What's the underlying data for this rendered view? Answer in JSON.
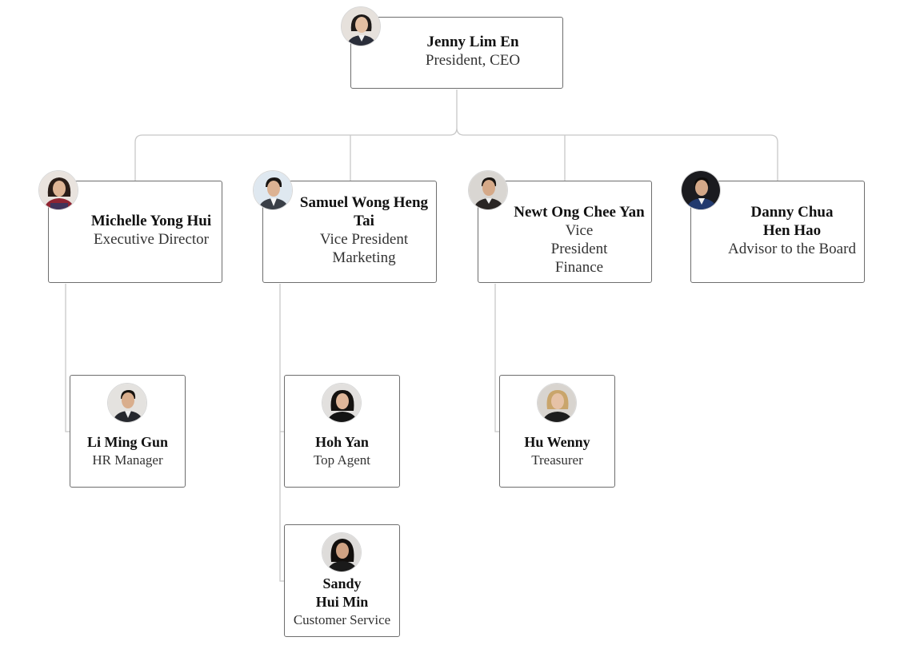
{
  "chart": {
    "root": {
      "name": "Jenny Lim En",
      "role": "President, CEO",
      "avatar_icon": "portrait-woman-icon"
    },
    "level1": [
      {
        "name": "Michelle Yong Hui",
        "role": "Executive Director",
        "avatar_icon": "portrait-woman-icon"
      },
      {
        "name": "Samuel Wong Heng Tai",
        "role": "Vice President Marketing",
        "avatar_icon": "portrait-man-icon"
      },
      {
        "name": "Newt Ong Chee Yan",
        "role": "Vice President Finance",
        "avatar_icon": "portrait-man-icon"
      },
      {
        "name": "Danny Chua Hen Hao",
        "role": "Advisor to the Board",
        "avatar_icon": "portrait-man-icon"
      }
    ],
    "level2": [
      {
        "name": "Li Ming Gun",
        "role": "HR Manager",
        "manager": "Michelle Yong Hui",
        "avatar_icon": "portrait-man-icon"
      },
      {
        "name": "Hoh Yan",
        "role": "Top Agent",
        "manager": "Samuel Wong Heng Tai",
        "avatar_icon": "portrait-woman-icon"
      },
      {
        "name": "Sandy Hui Min",
        "role": "Customer Service",
        "manager": "Samuel Wong Heng Tai",
        "avatar_icon": "portrait-woman-icon"
      },
      {
        "name": "Hu Wenny",
        "role": "Treasurer",
        "manager": "Newt Ong Chee Yan",
        "avatar_icon": "portrait-woman-icon"
      }
    ]
  },
  "colors": {
    "card_border": "#6e6e6e",
    "connector": "#c8c8c8",
    "background": "#ffffff"
  }
}
